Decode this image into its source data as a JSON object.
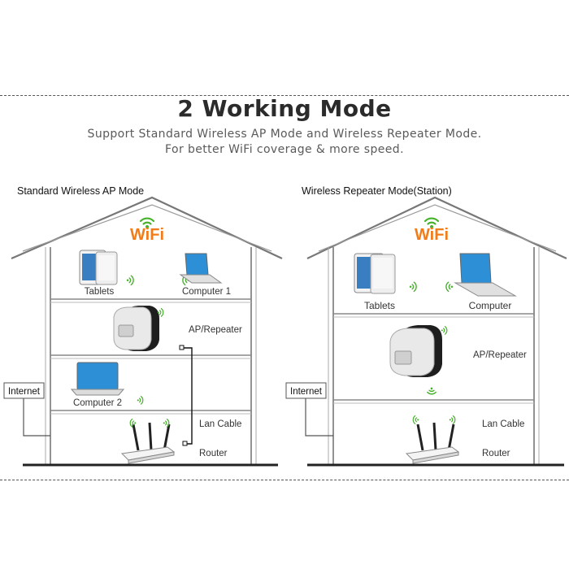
{
  "header": {
    "title": "2 Working Mode",
    "subtitle_line1": "Support Standard Wireless AP Mode and Wireless Repeater Mode.",
    "subtitle_line2": "For better WiFi coverage & more speed."
  },
  "left_diagram": {
    "mode_title": "Standard Wireless AP Mode",
    "wifi_logo": "WiFi",
    "tablets_label": "Tablets",
    "computer1_label": "Computer 1",
    "repeater_label": "AP/Repeater",
    "computer2_label": "Computer 2",
    "internet_label": "Internet",
    "lan_cable_label": "Lan Cable",
    "router_label": "Router"
  },
  "right_diagram": {
    "mode_title": "Wireless Repeater Mode(Station)",
    "wifi_logo": "WiFi",
    "tablets_label": "Tablets",
    "computer_label": "Computer",
    "repeater_label": "AP/Repeater",
    "internet_label": "Internet",
    "lan_cable_label": "Lan Cable",
    "router_label": "Router"
  },
  "colors": {
    "wifi_green": "#46b12b",
    "wifi_orange": "#f07c1a",
    "house_stroke": "#777777",
    "screen_blue": "#2d8fd6"
  }
}
